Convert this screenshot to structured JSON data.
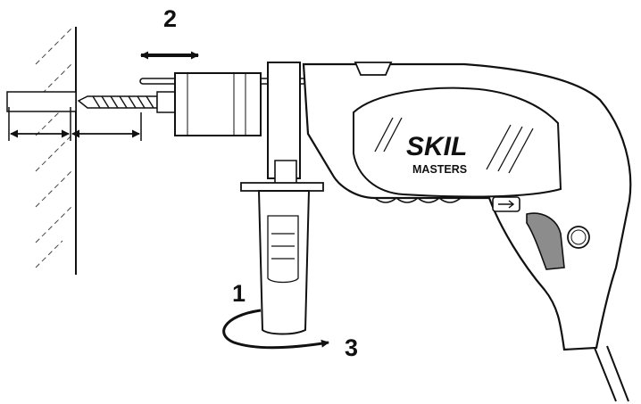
{
  "diagram": {
    "callouts": {
      "one": "1",
      "two": "2",
      "three": "3"
    },
    "brand": {
      "logo": "SKIL",
      "model": "MASTERS"
    }
  },
  "colors": {
    "ink": "#111111",
    "trigger": "#8c8c8c",
    "paper": "#ffffff"
  },
  "icons": [
    "wall-hatching-icon",
    "double-arrow-icon",
    "rotate-arrow-icon",
    "drill-bit-icon",
    "direction-switch-icon"
  ]
}
